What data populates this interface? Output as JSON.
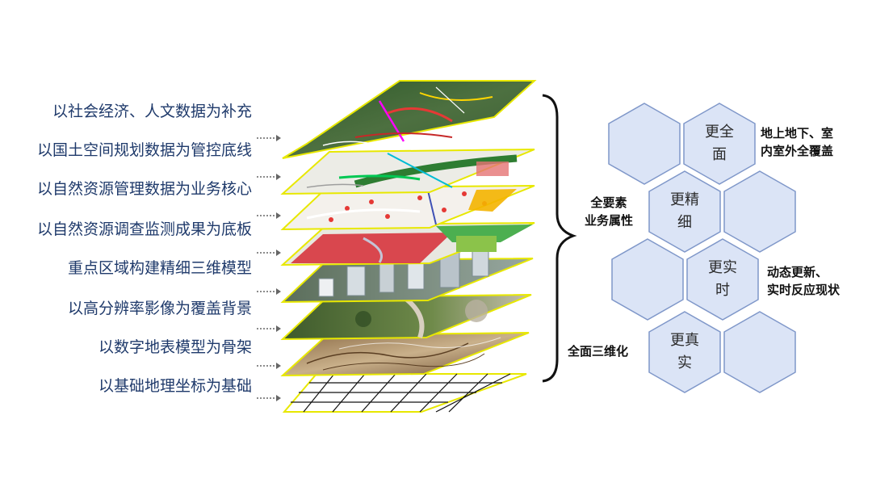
{
  "layer_labels": [
    "以社会经济、人文数据为补充",
    "以国土空间规划数据为管控底线",
    "以自然资源管理数据为业务核心",
    "以自然资源调查监测成果为底板",
    "重点区域构建精细三维模型",
    "以高分辨率影像为覆盖背景",
    "以数字地表模型为骨架",
    "以基础地理坐标为基础"
  ],
  "hexagons": {
    "full": [
      "更全",
      "面"
    ],
    "fine": [
      "更精",
      "细"
    ],
    "live": [
      "更实",
      "时"
    ],
    "real": [
      "更真",
      "实"
    ]
  },
  "side_notes": {
    "full": [
      "地上地下、室",
      "内室外全覆盖"
    ],
    "elements": [
      "全要素",
      "业务属性"
    ],
    "dynamic": [
      "动态更新、",
      "实时反应现状"
    ],
    "threed": "全面三维化"
  },
  "colors": {
    "label_text": "#1f3a6b",
    "layer_border": "#e8e800",
    "hex_fill": "#dbe4f6",
    "hex_stroke": "#7f97c9"
  }
}
